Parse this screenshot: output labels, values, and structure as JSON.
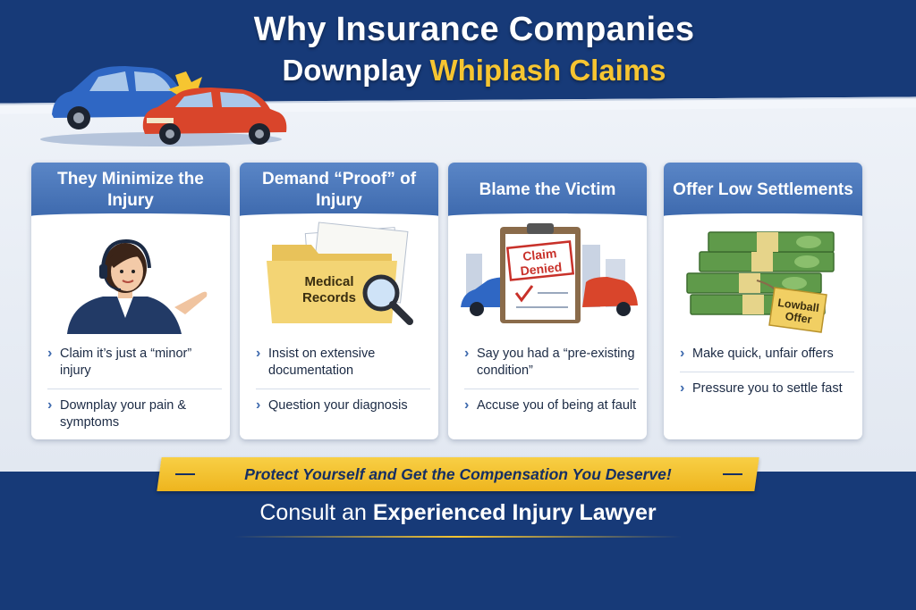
{
  "title": {
    "line1": "Why Insurance Companies",
    "line2_white": "Downplay",
    "line2_yellow": "Whiplash Claims"
  },
  "cards": [
    {
      "heading": "They Minimize the Injury",
      "bullets": [
        "Claim it’s just a “minor” injury",
        "Downplay your pain & symptoms"
      ]
    },
    {
      "heading": "Demand “Proof” of Injury",
      "folder_label_1": "Medical",
      "folder_label_2": "Records",
      "bullets": [
        "Insist on extensive documentation",
        "Question your diagnosis"
      ]
    },
    {
      "heading": "Blame the Victim",
      "stamp_1": "Claim",
      "stamp_2": "Denied",
      "bullets": [
        "Say you had a “pre-existing condition”",
        "Accuse you of being at fault"
      ]
    },
    {
      "heading": "Offer Low Settlements",
      "tag_1": "Lowball",
      "tag_2": "Offer",
      "bullets": [
        "Make quick, unfair offers",
        "Pressure you to settle fast"
      ]
    }
  ],
  "banner": "Protect Yourself and Get the Compensation You Deserve!",
  "consult": {
    "prefix": "Consult an",
    "bold": "Experienced Injury Lawyer"
  },
  "colors": {
    "navy": "#173a78",
    "accent_yellow": "#f6c531",
    "card_header_blue": "#3d69ad"
  }
}
